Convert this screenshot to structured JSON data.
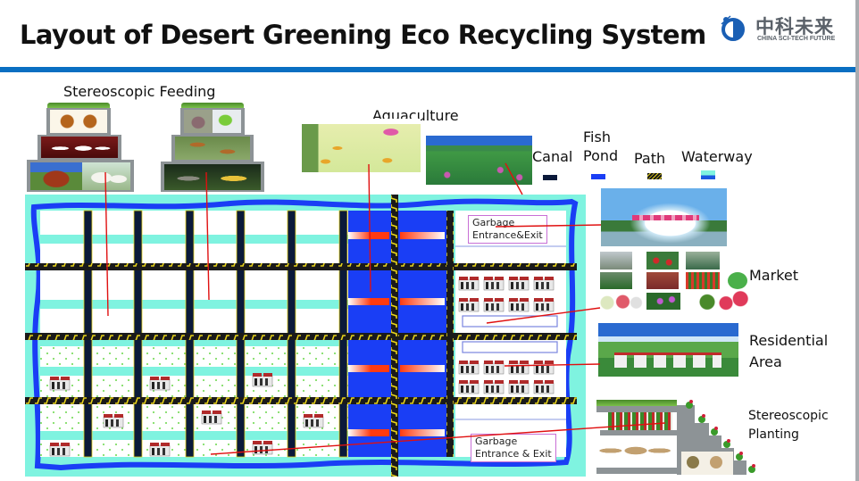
{
  "header": {
    "title": "Layout of Desert Greening Eco Recycling System",
    "logo": {
      "icon": "orbit-globe-icon",
      "name_cn": "中科未来",
      "name_en": "CHINA SCI-TECH FUTURE"
    },
    "accent_color": "#0a6fc2"
  },
  "labels": {
    "stereoscopic_feeding": "Stereoscopic Feeding",
    "aquaculture": "Aquaculture",
    "market": "Market",
    "residential_line1": "Residential",
    "residential_line2": "Area",
    "planting_line1": "Stereoscopic",
    "planting_line2": "Planting"
  },
  "legend": [
    {
      "label": "Canal",
      "color": "#0b1a3a",
      "icon": "canal-swatch"
    },
    {
      "label_line1": "Fish",
      "label": "Pond",
      "color": "#1a3ef5",
      "icon": "fish-pond-swatch"
    },
    {
      "label": "Path",
      "color": "#1a1a1a",
      "accent": "#e6d21a",
      "icon": "path-swatch"
    },
    {
      "label": "Waterway",
      "color": "#7ff3e0",
      "accent": "#1a5ae0",
      "icon": "waterway-swatch"
    }
  ],
  "map": {
    "garbage_top": {
      "line1": "Garbage",
      "line2": "Entrance&Exit"
    },
    "garbage_bottom": {
      "line1": "Garbage",
      "line2": "Entrance & Exit"
    },
    "colors": {
      "waterway": "#7ff3e0",
      "river": "#1a3ef5",
      "canal": "#0b1a3a",
      "path_dark": "#1a1a1a",
      "path_accent": "#e6d21a",
      "fish_pond": "#1a3ef5",
      "leader_line": "#e01010",
      "field_dot": "#6ad84a"
    }
  },
  "images": {
    "feeding_left": [
      "chickens",
      "rabbits",
      "cattle and goats"
    ],
    "feeding_right": [
      "birds",
      "mandarin ducks",
      "fish"
    ],
    "aquaculture_left": "pond with fish and lotus",
    "aquaculture_right": "lotus lake",
    "fountain": "fountain with flowers",
    "market": "greenhouse and produce collage",
    "residential": "residential village landscape",
    "planting": "terraced planting with mushrooms"
  }
}
